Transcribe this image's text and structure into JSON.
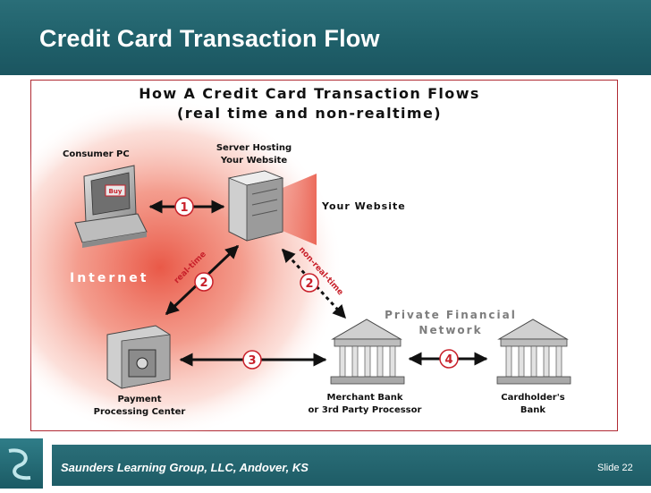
{
  "slide": {
    "title": "Credit Card Transaction Flow",
    "footer_text": "Saunders Learning Group, LLC, Andover, KS",
    "slide_number": "Slide 22"
  },
  "diagram": {
    "heading_line1": "How A Credit Card Transaction Flows",
    "heading_line2": "(real time and non-realtime)",
    "internet_label": "Internet",
    "your_website_label": "Your Website",
    "private_network_line1": "Private Financial",
    "private_network_line2": "Network",
    "real_time_label": "real-time",
    "non_real_time_label": "non-real-time",
    "buy_label": "Buy",
    "nodes": {
      "consumer_pc": "Consumer PC",
      "server_line1": "Server Hosting",
      "server_line2": "Your Website",
      "payment_line1": "Payment",
      "payment_line2": "Processing Center",
      "merchant_line1": "Merchant Bank",
      "merchant_line2": "or 3rd Party Processor",
      "cardholder_line1": "Cardholder's",
      "cardholder_line2": "Bank"
    },
    "steps": [
      "1",
      "2",
      "2",
      "3",
      "4"
    ],
    "colors": {
      "accent_red": "#c8202a",
      "internet_glow": "#f08a7a",
      "header_teal": "#2a6e78"
    }
  }
}
